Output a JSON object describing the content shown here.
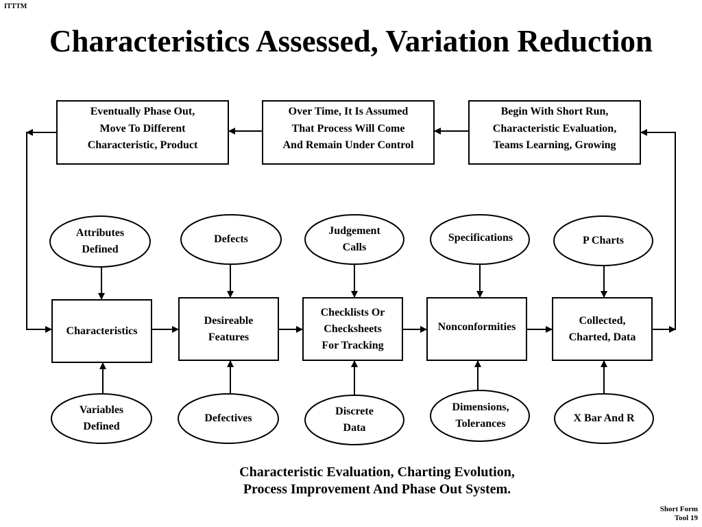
{
  "corner_label": "ITTTM",
  "title": "Characteristics Assessed, Variation Reduction",
  "top_row": {
    "phase_out": "Eventually Phase Out,\nMove To Different\nCharacteristic, Product",
    "assumed_control": "Over Time, It Is Assumed\nThat Process Will Come\nAnd Remain Under Control",
    "short_run": "Begin With Short Run,\nCharacteristic Evaluation,\nTeams Learning, Growing"
  },
  "upper_ovals": {
    "attributes": "Attributes\nDefined",
    "defects": "Defects",
    "judgement": "Judgement\nCalls",
    "specifications": "Specifications",
    "p_charts": "P Charts"
  },
  "middle_boxes": {
    "characteristics": "Characteristics",
    "desirable": "Desireable\nFeatures",
    "checklists": "Checklists Or\nChecksheets\nFor Tracking",
    "nonconformities": "Nonconformities",
    "collected": "Collected,\nCharted, Data"
  },
  "lower_ovals": {
    "variables": "Variables\nDefined",
    "defectives": "Defectives",
    "discrete": "Discrete\nData",
    "dimensions": "Dimensions,\nTolerances",
    "xbar_r": "X Bar And R"
  },
  "caption": "Characteristic Evaluation, Charting  Evolution,\nProcess Improvement And Phase Out System.",
  "footer": "Short Form\nTool 19"
}
